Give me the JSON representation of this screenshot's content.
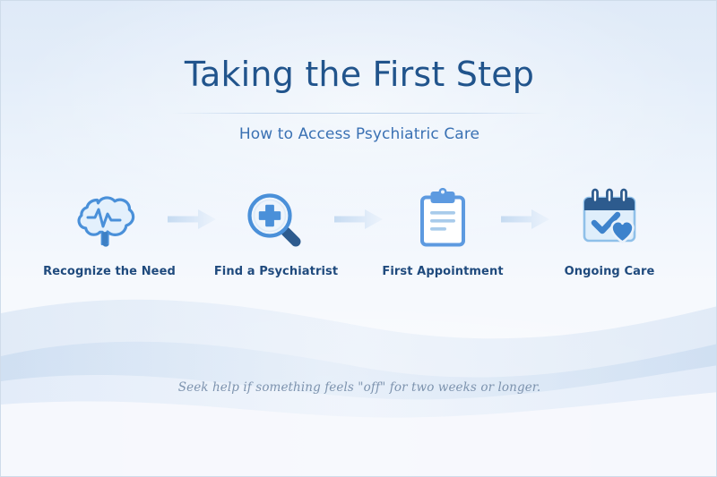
{
  "poster": {
    "title": "Taking the First Step",
    "subtitle": "How to Access Psychiatric Care",
    "caption": "Seek help if something feels \"off\" for two weeks or longer."
  },
  "colors": {
    "title": "#21548c",
    "subtitle": "#3a71b3",
    "step_label": "#1f4a7d",
    "caption": "#7d93ae",
    "icon_primary": "#4a90d9",
    "icon_dark": "#2d5b8e",
    "icon_light": "#cfe3f7",
    "arrow": "#c3d9f0",
    "background_top": "#dfeaf8",
    "background_bottom": "#f6f8fc"
  },
  "steps": [
    {
      "index": 1,
      "label": "Recognize the Need",
      "icon": "brain-pulse-icon"
    },
    {
      "index": 2,
      "label": "Find a Psychiatrist",
      "icon": "magnifier-medical-cross-icon"
    },
    {
      "index": 3,
      "label": "First Appointment",
      "icon": "clipboard-icon"
    },
    {
      "index": 4,
      "label": "Ongoing Care",
      "icon": "calendar-check-heart-icon"
    }
  ],
  "arrows": [
    {
      "index": 1,
      "icon": "arrow-right-icon"
    },
    {
      "index": 2,
      "icon": "arrow-right-icon"
    },
    {
      "index": 3,
      "icon": "arrow-right-icon"
    }
  ]
}
